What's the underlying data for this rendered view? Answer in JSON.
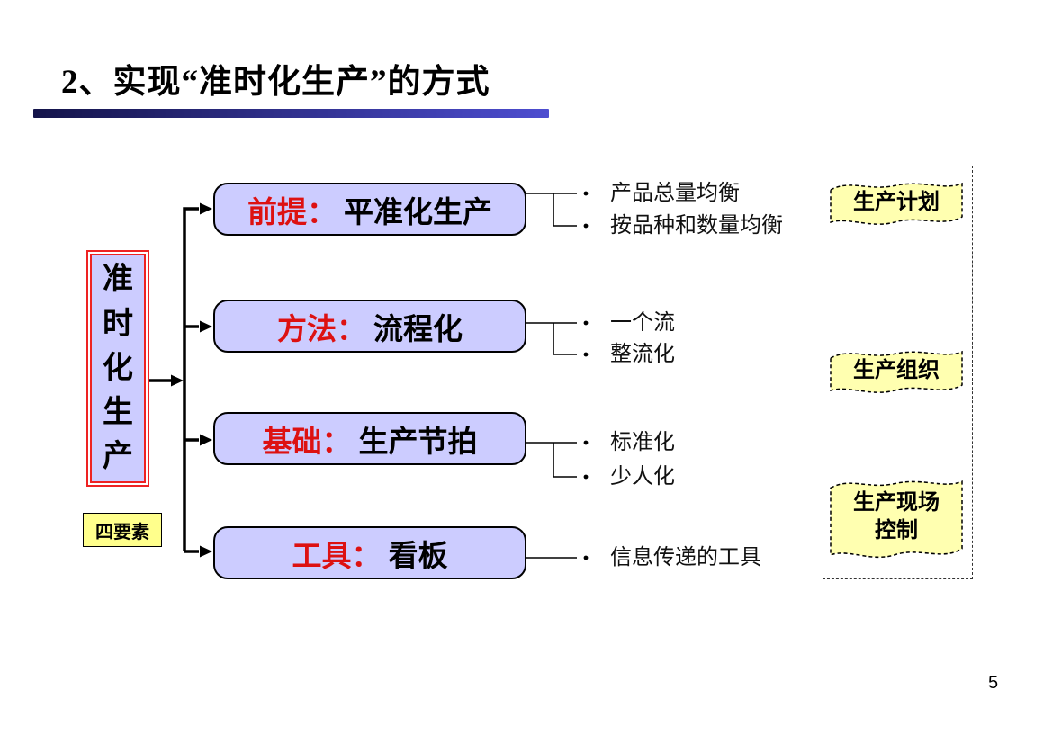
{
  "slide": {
    "title": "2、实现“准时化生产”的方式",
    "page_number": "5"
  },
  "diagram": {
    "root_box": {
      "label": "准时化生产"
    },
    "tag_box": {
      "label": "四要素"
    },
    "branches": [
      {
        "label": "前提：",
        "value": "平准化生产",
        "bullets": [
          "产品总量均衡",
          "按品种和数量均衡"
        ]
      },
      {
        "label": "方法：",
        "value": "流程化",
        "bullets": [
          "一个流",
          "整流化"
        ]
      },
      {
        "label": "基础：",
        "value": "生产节拍",
        "bullets": [
          "标准化",
          "少人化"
        ]
      },
      {
        "label": "工具：",
        "value": "看板",
        "bullets": [
          "信息传递的工具"
        ]
      }
    ],
    "right_panel": {
      "items": [
        "生产计划",
        "生产组织",
        "生产现场控制"
      ]
    },
    "colors": {
      "branch_fill": "#ccccff",
      "label_red": "#dd1111",
      "root_border_red": "#ee2222",
      "panel_yellow": "#ffffb0",
      "tag_yellow": "#ffff8c",
      "title_bar_dark": "#14144a",
      "title_bar_light": "#4d4dd0"
    }
  }
}
